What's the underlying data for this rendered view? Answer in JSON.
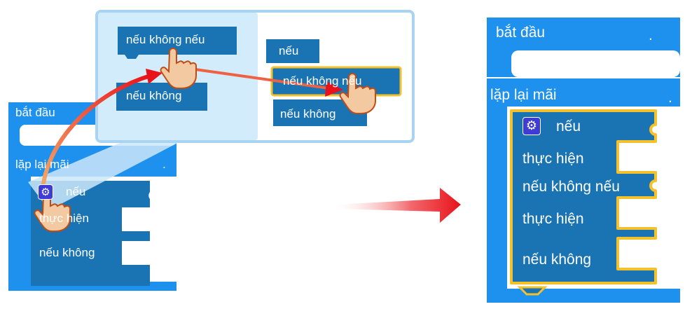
{
  "left_program": {
    "start_label": "bắt đầu",
    "forever_label": "lặp lại mãi",
    "forever_dot": ".",
    "if_label": "nếu",
    "do_label": "thực hiện",
    "else_label": "nếu không"
  },
  "zoom_panel": {
    "toolbox_elseif_label": "nếu không nếu",
    "toolbox_else_label": "nếu không",
    "mutator_if_label": "nếu",
    "mutator_elseif_label": "nếu không nếu",
    "mutator_else_label": "nếu không"
  },
  "result_program": {
    "start_label": "bắt đầu",
    "start_dot": ".",
    "forever_label": "lặp lại mãi",
    "forever_dot": ".",
    "if_label": "nếu",
    "do1_label": "thực hiện",
    "elseif_label": "nếu không nếu",
    "do2_label": "thực hiện",
    "else_label": "nếu không"
  },
  "colors": {
    "event_block": "#1e90ee",
    "control_block": "#1a74b4",
    "highlight": "#f3c12c",
    "zoom_panel_bg": "#d3ecfb",
    "arrow": "#e8121a",
    "gear_bg": "#3f3cd6"
  },
  "icons": [
    "gear-icon",
    "hand-pointer-icon",
    "red-arrow-icon"
  ]
}
